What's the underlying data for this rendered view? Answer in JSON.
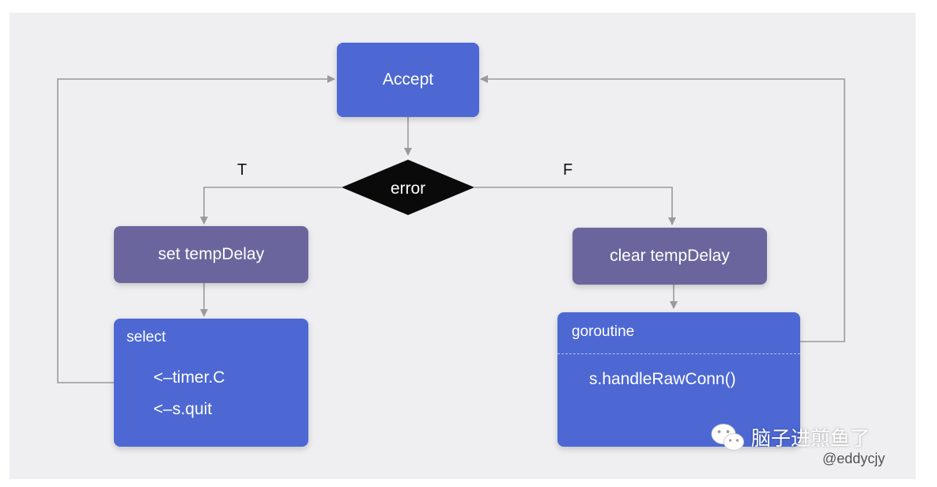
{
  "nodes": {
    "accept": "Accept",
    "error": "error",
    "set_temp_delay": "set tempDelay",
    "clear_temp_delay": "clear tempDelay",
    "select": {
      "title": "select",
      "lines": [
        "<–timer.C",
        "<–s.quit"
      ]
    },
    "goroutine": {
      "title": "goroutine",
      "call": "s.handleRawConn()"
    }
  },
  "edges": {
    "true_label": "T",
    "false_label": "F"
  },
  "watermark": {
    "text": "脑子进煎鱼了",
    "handle": "@eddycjy"
  },
  "colors": {
    "blue": "#4d68d3",
    "purple": "#6a669d",
    "diamond": "#0a0a0a",
    "line": "#9a9a9a",
    "background": "#efeff1"
  }
}
